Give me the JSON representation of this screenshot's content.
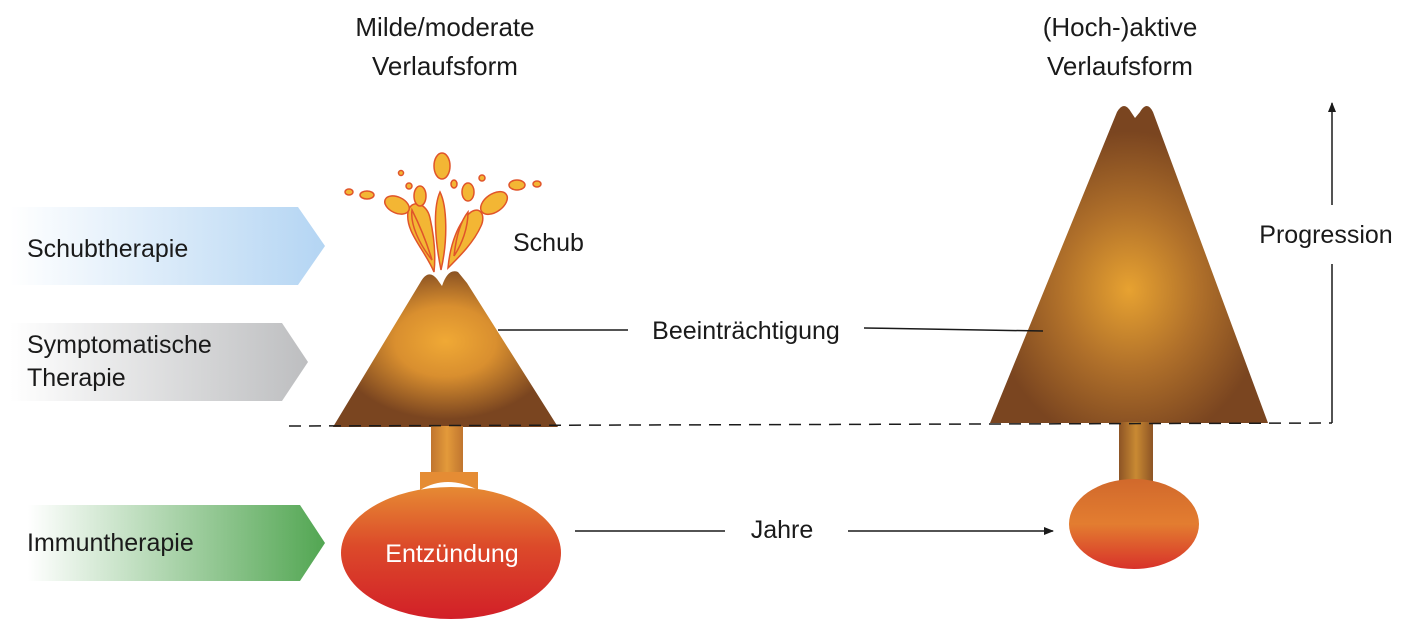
{
  "headings": {
    "mild_line1": "Milde/moderate",
    "mild_line2": "Verlaufsform",
    "active_line1": "(Hoch-)aktive",
    "active_line2": "Verlaufsform"
  },
  "therapies": {
    "relapse": "Schubtherapie",
    "symptomatic_line1": "Symptomatische",
    "symptomatic_line2": "Therapie",
    "immuno": "Immuntherapie"
  },
  "labels": {
    "relapse_event": "Schub",
    "impairment": "Beeinträchtigung",
    "inflammation": "Entzündung",
    "years": "Jahre",
    "progression": "Progression"
  },
  "colors": {
    "relapse_arrow": "#b7d7f2",
    "symptomatic_arrow": "#c4c5c7",
    "immuno_arrow": "#5aa85a",
    "volcano_dark": "#7a4520",
    "volcano_glow": "#e8a030",
    "magma_red": "#d6252a",
    "magma_orange": "#e07a30",
    "eruption": "#f2b531"
  }
}
